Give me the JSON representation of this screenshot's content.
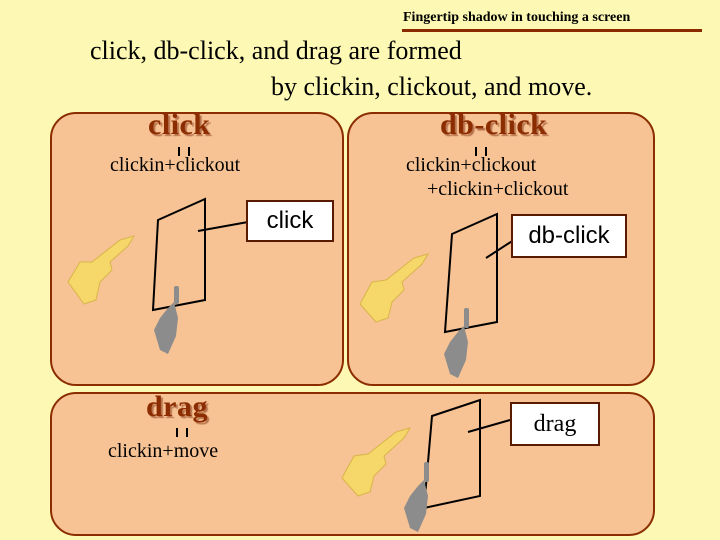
{
  "header": {
    "title": "Fingertip shadow in touching a screen"
  },
  "subtitle": {
    "line1": "click, db-click, and drag are formed",
    "line2": "by clickin, clickout, and move."
  },
  "panels": {
    "click": {
      "label": "click",
      "formula": "clickin+clickout",
      "callout": "click"
    },
    "dbclick": {
      "label": "db-click",
      "formula_line1": "clickin+clickout",
      "formula_line2": "+clickin+clickout",
      "callout": "db-click"
    },
    "drag": {
      "label": "drag",
      "formula": "clickin+move",
      "callout": "drag"
    }
  },
  "colors": {
    "background": "#fdf9b4",
    "panel": "#f7c395",
    "border": "#8b2d00",
    "hand": "#f5d76a",
    "shadow": "#8c8c8c"
  }
}
